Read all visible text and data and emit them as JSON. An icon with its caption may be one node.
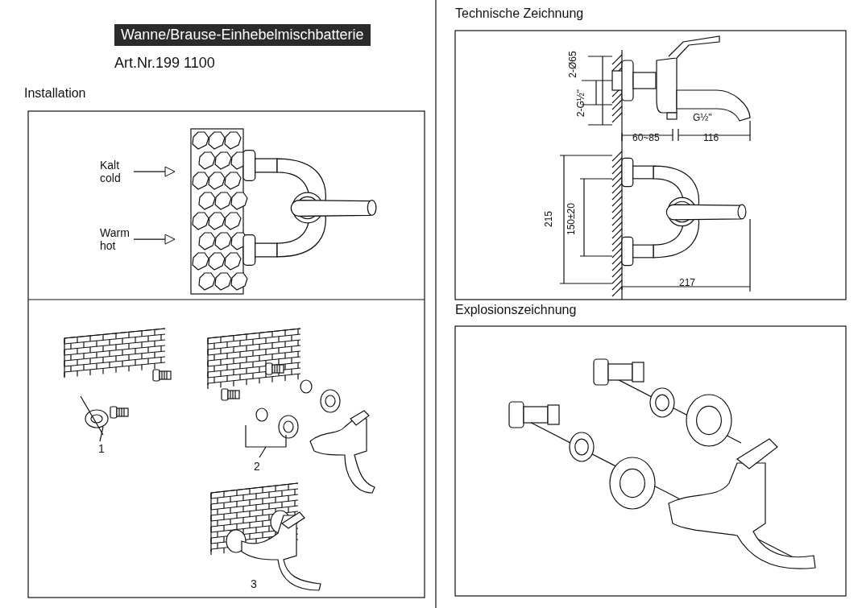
{
  "diagram": {
    "title": "Wanne/Brause-Einhebelmischbatterie",
    "nodes": [
      {
        "text": [
          "Kalt cold"
        ]
      },
      {
        "text": [
          "Warm hot"
        ]
      }
    ],
    "edges": [
      {
        "from": 0,
        "to": null,
        "arrow": "to"
      },
      {
        "from": 1,
        "to": null,
        "arrow": "to"
      }
    ],
    "labels": [
      "Art.Nr.199 1100",
      "Installation",
      "1",
      "2",
      "3",
      "Technische Zeichnung",
      "2-Ø65",
      "2-G½\"",
      "G½\"",
      "60~85",
      "116",
      "215",
      "150±20",
      "217",
      "Explosionszeichnung"
    ]
  }
}
